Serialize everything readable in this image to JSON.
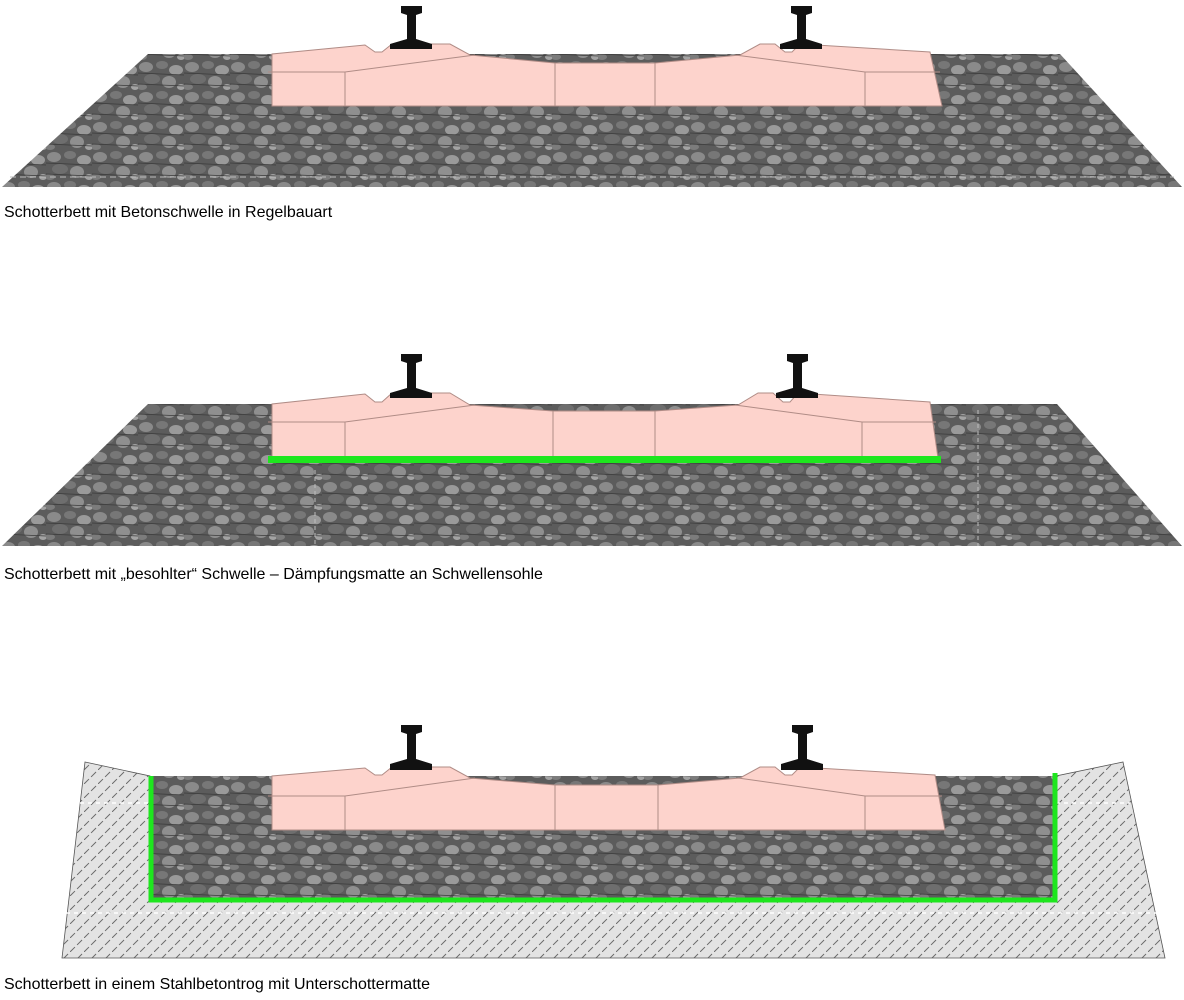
{
  "colors": {
    "ballast": "#5c5c5c",
    "ballast_light": "#8a8a8a",
    "ballast_dark": "#3a3a3a",
    "sleeper_fill": "#fdd3cc",
    "sleeper_line": "#b08c86",
    "rail": "#111111",
    "damping_mat": "#1ee61e",
    "concrete_fill": "#e3e3e3",
    "concrete_hatch": "#6a6a6a"
  },
  "diagrams": [
    {
      "caption": "Schotterbett mit Betonschwelle in Regelbauart"
    },
    {
      "caption": "Schotterbett mit „besohlter“ Schwelle – Dämpfungsmatte an Schwellensohle"
    },
    {
      "caption": "Schotterbett in einem Stahlbetontrog mit Unterschottermatte"
    }
  ]
}
